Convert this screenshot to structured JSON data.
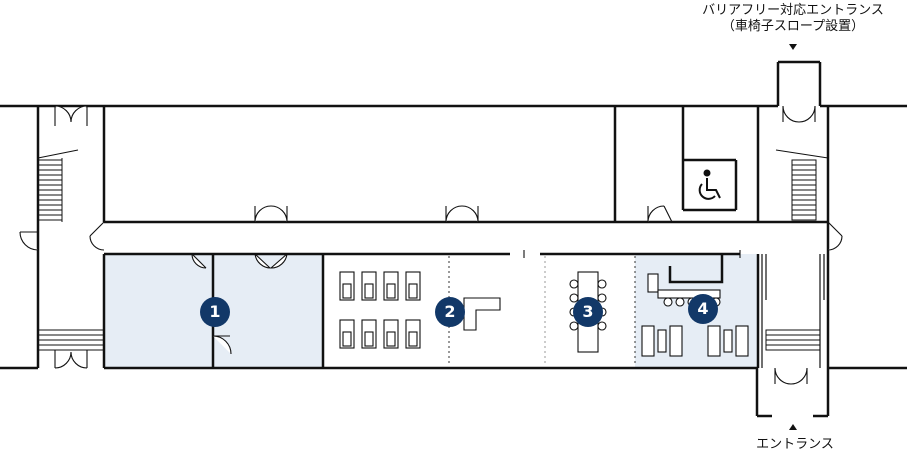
{
  "labels": {
    "barrier_free_line1": "バリアフリー対応エントランス",
    "barrier_free_line2": "（車椅子スロープ設置）",
    "entrance": "エントランス"
  },
  "rooms": [
    {
      "number": "1"
    },
    {
      "number": "2"
    },
    {
      "number": "3"
    },
    {
      "number": "4"
    }
  ],
  "colors": {
    "wall": "#111111",
    "room_fill": "#e6edf5",
    "badge": "#123868"
  },
  "icons": {
    "wheelchair": "wheelchair-icon",
    "arrow_down": "arrow-down-icon",
    "arrow_up": "arrow-up-icon"
  }
}
